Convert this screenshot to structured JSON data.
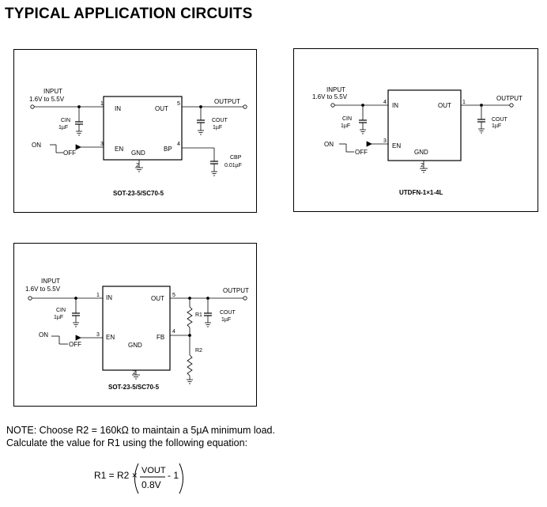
{
  "title": "TYPICAL APPLICATION CIRCUITS",
  "panels": [
    {
      "input_label": "INPUT",
      "input_range": "1.6V to 5.5V",
      "cin_label": "CIN",
      "cin_value": "1µF",
      "pin_in": "IN",
      "pin_out": "OUT",
      "pin_en": "EN",
      "pin_gnd": "GND",
      "pin_bp": "BP",
      "pin1": "1",
      "pin2": "2",
      "pin3": "3",
      "pin4": "4",
      "pin5": "5",
      "output_label": "OUTPUT",
      "cout_label": "COUT",
      "cout_value": "1µF",
      "cbp_label": "CBP",
      "cbp_value": "0.01µF",
      "on_label": "ON",
      "off_label": "OFF",
      "package": "SOT-23-5/SC70-5"
    },
    {
      "input_label": "INPUT",
      "input_range": "1.6V to 5.5V",
      "cin_label": "CIN",
      "cin_value": "1µF",
      "pin_in": "IN",
      "pin_out": "OUT",
      "pin_en": "EN",
      "pin_gnd": "GND",
      "pin1": "1",
      "pin2": "2",
      "pin3": "3",
      "pin4": "4",
      "output_label": "OUTPUT",
      "cout_label": "COUT",
      "cout_value": "1µF",
      "on_label": "ON",
      "off_label": "OFF",
      "package": "UTDFN-1×1-4L"
    },
    {
      "input_label": "INPUT",
      "input_range": "1.6V to 5.5V",
      "cin_label": "CIN",
      "cin_value": "1µF",
      "pin_in": "IN",
      "pin_out": "OUT",
      "pin_en": "EN",
      "pin_gnd": "GND",
      "pin_fb": "FB",
      "pin1": "1",
      "pin2": "2",
      "pin3": "3",
      "pin4": "4",
      "pin5": "5",
      "output_label": "OUTPUT",
      "r1_label": "R1",
      "r2_label": "R2",
      "cout_label": "COUT",
      "cout_value": "1µF",
      "on_label": "ON",
      "off_label": "OFF",
      "package": "SOT-23-5/SC70-5"
    }
  ],
  "note": {
    "line1": "NOTE: Choose R2 = 160kΩ to maintain a 5µA minimum load.",
    "line2": "Calculate the value for R1 using the following equation:"
  },
  "equation": {
    "lhs": "R1 = R2 ×",
    "numerator": "VOUT",
    "denominator": "0.8V",
    "tail": "- 1"
  }
}
